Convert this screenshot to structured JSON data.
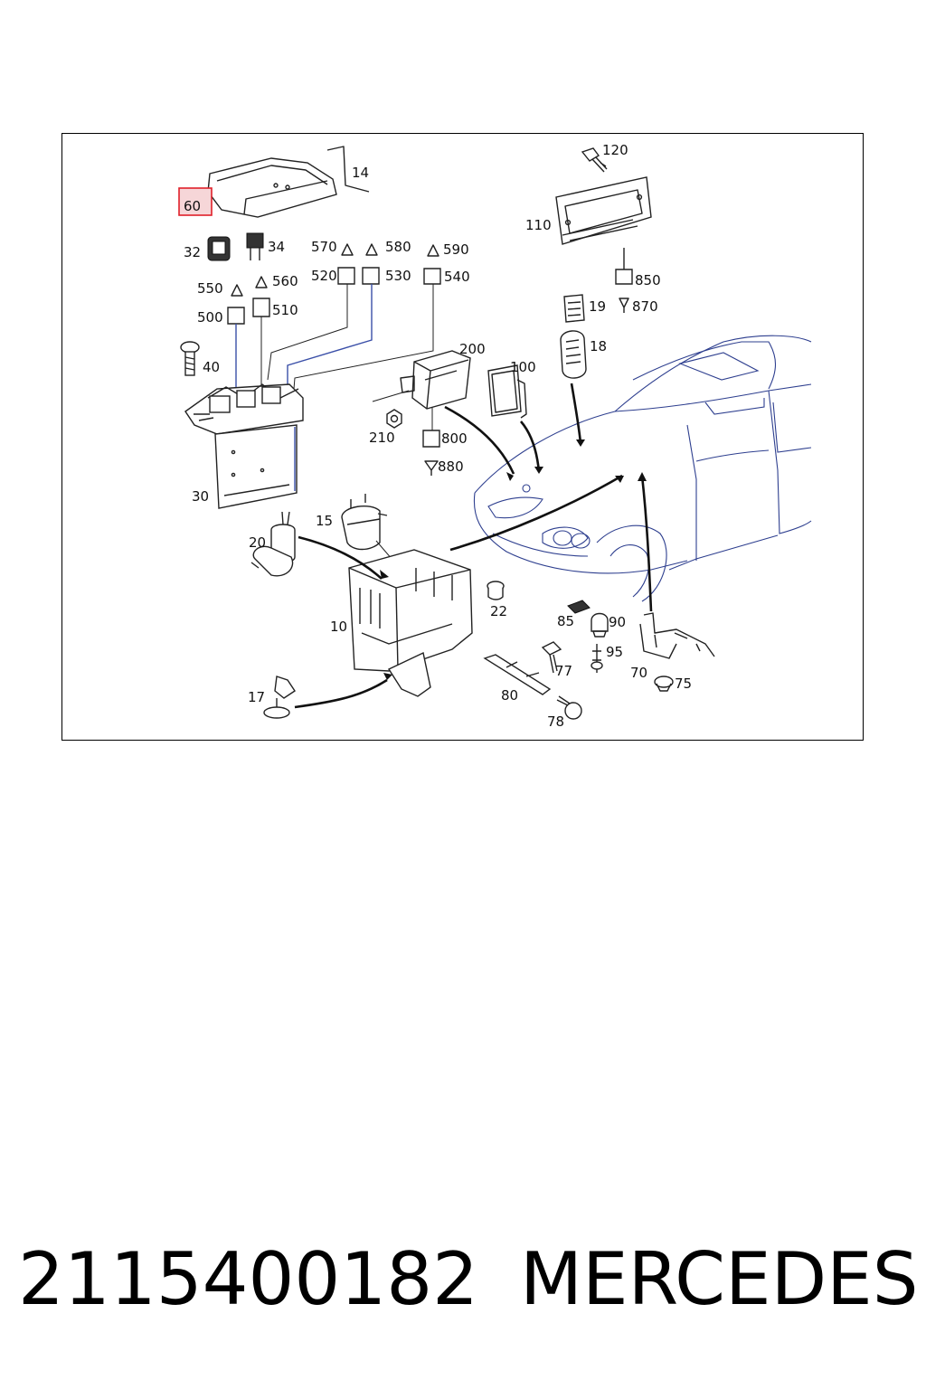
{
  "diagram": {
    "highlighted_part": "60",
    "parts": [
      {
        "id": "14",
        "label": "14"
      },
      {
        "id": "60",
        "label": "60"
      },
      {
        "id": "32",
        "label": "32"
      },
      {
        "id": "34",
        "label": "34"
      },
      {
        "id": "570",
        "label": "570"
      },
      {
        "id": "580",
        "label": "580"
      },
      {
        "id": "590",
        "label": "590"
      },
      {
        "id": "520",
        "label": "520"
      },
      {
        "id": "530",
        "label": "530"
      },
      {
        "id": "540",
        "label": "540"
      },
      {
        "id": "550",
        "label": "550"
      },
      {
        "id": "560",
        "label": "560"
      },
      {
        "id": "500",
        "label": "500"
      },
      {
        "id": "510",
        "label": "510"
      },
      {
        "id": "40",
        "label": "40"
      },
      {
        "id": "30",
        "label": "30"
      },
      {
        "id": "120",
        "label": "120"
      },
      {
        "id": "110",
        "label": "110"
      },
      {
        "id": "850",
        "label": "850"
      },
      {
        "id": "870",
        "label": "870"
      },
      {
        "id": "19",
        "label": "19"
      },
      {
        "id": "18",
        "label": "18"
      },
      {
        "id": "200",
        "label": "200"
      },
      {
        "id": "100",
        "label": "100"
      },
      {
        "id": "210",
        "label": "210"
      },
      {
        "id": "800",
        "label": "800"
      },
      {
        "id": "880",
        "label": "880"
      },
      {
        "id": "15",
        "label": "15"
      },
      {
        "id": "20",
        "label": "20"
      },
      {
        "id": "10",
        "label": "10"
      },
      {
        "id": "22",
        "label": "22"
      },
      {
        "id": "85",
        "label": "85"
      },
      {
        "id": "90",
        "label": "90"
      },
      {
        "id": "95",
        "label": "95"
      },
      {
        "id": "77",
        "label": "77"
      },
      {
        "id": "70",
        "label": "70"
      },
      {
        "id": "75",
        "label": "75"
      },
      {
        "id": "80",
        "label": "80"
      },
      {
        "id": "78",
        "label": "78"
      },
      {
        "id": "17",
        "label": "17"
      }
    ]
  },
  "caption": {
    "part_number": "2115400182",
    "brand": "MERCEDES"
  },
  "colors": {
    "highlight_border": "#e0202a",
    "highlight_fill": "#f6d6d8",
    "car_outline": "#2e3f8f",
    "wiring": "#3a4fa8"
  }
}
